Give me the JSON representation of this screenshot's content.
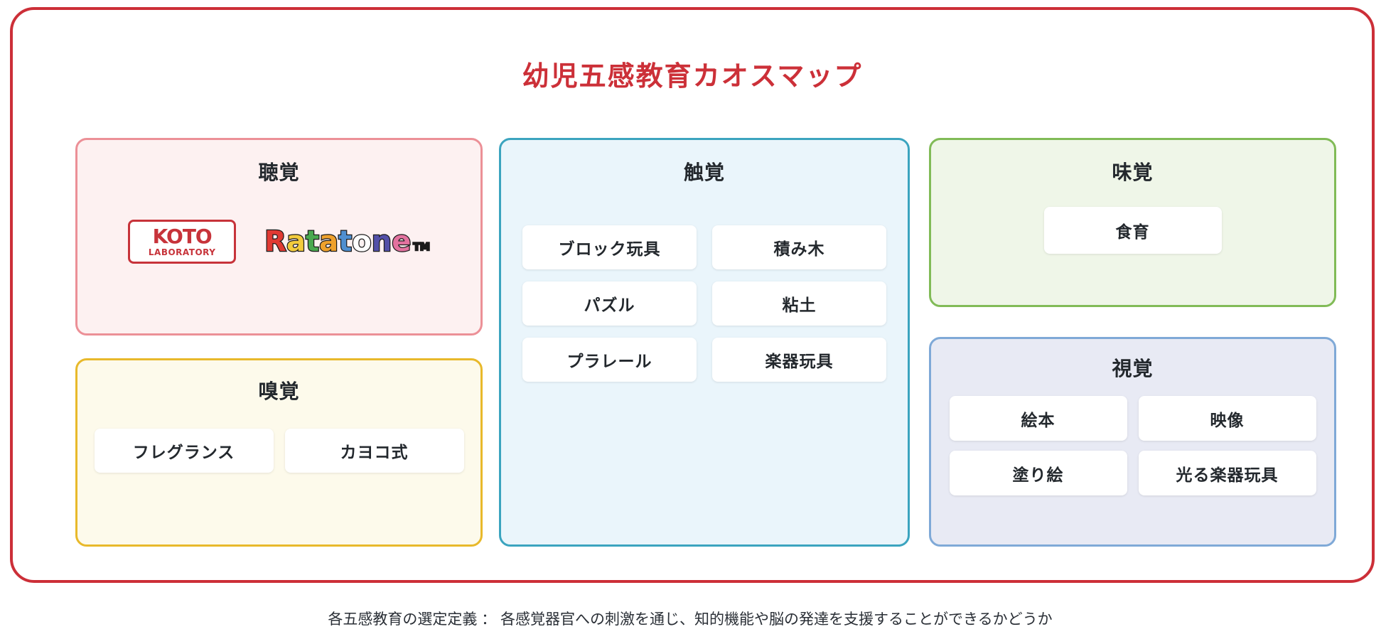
{
  "title": "幼児五感教育カオスマップ",
  "colors": {
    "frame_border": "#cc2f38",
    "title_text": "#cc3038",
    "hearing_border": "#ec9097",
    "hearing_fill": "#fdf1f1",
    "smell_border": "#e8b92b",
    "smell_fill": "#fdfaeb",
    "touch_border": "#3ba4bf",
    "touch_fill": "#eaf5fb",
    "taste_border": "#81bb57",
    "taste_fill": "#eff6e8",
    "sight_border": "#7fa9d7",
    "sight_fill": "#e8eaf4",
    "chip_fill": "#ffffff",
    "body_text": "#23282d"
  },
  "cards": {
    "hearing": {
      "title": "聴覚",
      "logos": [
        {
          "name": "koto-laboratory-logo",
          "word": "KOTO",
          "sub": "LABORATORY"
        },
        {
          "name": "ratatone-logo",
          "word": "Ratatone",
          "trademark": "TM",
          "letters": [
            {
              "ch": "R",
              "color": "#e03a33"
            },
            {
              "ch": "a",
              "color": "#f2cb3d"
            },
            {
              "ch": "t",
              "color": "#4aa84f"
            },
            {
              "ch": "a",
              "color": "#efa12c"
            },
            {
              "ch": "t",
              "color": "#4f8fd0"
            },
            {
              "ch": "o",
              "color": "#ffffff"
            },
            {
              "ch": "n",
              "color": "#5350a8"
            },
            {
              "ch": "e",
              "color": "#e3729f"
            }
          ]
        }
      ]
    },
    "smell": {
      "title": "嗅覚",
      "items": [
        "フレグランス",
        "カヨコ式"
      ]
    },
    "touch": {
      "title": "触覚",
      "items": [
        "ブロック玩具",
        "積み木",
        "パズル",
        "粘土",
        "プラレール",
        "楽器玩具"
      ]
    },
    "taste": {
      "title": "味覚",
      "items": [
        "食育"
      ]
    },
    "sight": {
      "title": "視覚",
      "items": [
        "絵本",
        "映像",
        "塗り絵",
        "光る楽器玩具"
      ]
    }
  },
  "footer_note": "各五感教育の選定定義 ： 各感覚器官への刺激を通じ、知的機能や脳の発達を支援することができるかどうか"
}
